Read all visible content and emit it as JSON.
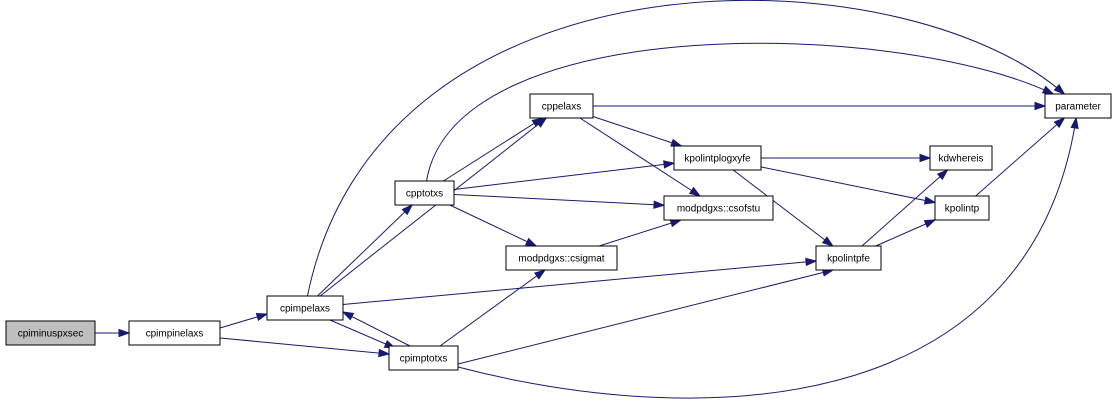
{
  "colors": {
    "edge": "#191970",
    "node_fill": "#ffffff",
    "root_fill": "#bfbfbf",
    "node_border": "#000000"
  },
  "nodes": [
    {
      "id": "cpiminuspxsec",
      "label": "cpiminuspxsec",
      "root": true
    },
    {
      "id": "cpimpinelaxs",
      "label": "cpimpinelaxs"
    },
    {
      "id": "cpimpelaxs",
      "label": "cpimpelaxs"
    },
    {
      "id": "cpimptotxs",
      "label": "cpimptotxs"
    },
    {
      "id": "cpptotxs",
      "label": "cpptotxs"
    },
    {
      "id": "cppelaxs",
      "label": "cppelaxs"
    },
    {
      "id": "modpdgxs_csigmat",
      "label": "modpdgxs::csigmat"
    },
    {
      "id": "modpdgxs_csofstu",
      "label": "modpdgxs::csofstu"
    },
    {
      "id": "kpolintplogxyfe",
      "label": "kpolintplogxyfe"
    },
    {
      "id": "kpolintpfe",
      "label": "kpolintpfe"
    },
    {
      "id": "kdwhereis",
      "label": "kdwhereis"
    },
    {
      "id": "kpolintp",
      "label": "kpolintp"
    },
    {
      "id": "parameter",
      "label": "parameter"
    }
  ],
  "edges": [
    {
      "from": "cpiminuspxsec",
      "to": "cpimpinelaxs"
    },
    {
      "from": "cpimpinelaxs",
      "to": "cpimpelaxs"
    },
    {
      "from": "cpimpinelaxs",
      "to": "cpimptotxs"
    },
    {
      "from": "cpimpelaxs",
      "to": "cpimptotxs"
    },
    {
      "from": "cpimpelaxs",
      "to": "cpptotxs"
    },
    {
      "from": "cpimpelaxs",
      "to": "cppelaxs"
    },
    {
      "from": "cpimpelaxs",
      "to": "parameter"
    },
    {
      "from": "cpimpelaxs",
      "to": "kpolintpfe"
    },
    {
      "from": "cpimptotxs",
      "to": "cpimpelaxs"
    },
    {
      "from": "cpimptotxs",
      "to": "modpdgxs_csigmat"
    },
    {
      "from": "cpimptotxs",
      "to": "kpolintpfe"
    },
    {
      "from": "cpimptotxs",
      "to": "parameter"
    },
    {
      "from": "cpptotxs",
      "to": "cppelaxs"
    },
    {
      "from": "cpptotxs",
      "to": "kpolintplogxyfe"
    },
    {
      "from": "cpptotxs",
      "to": "modpdgxs_csofstu"
    },
    {
      "from": "cpptotxs",
      "to": "modpdgxs_csigmat"
    },
    {
      "from": "cpptotxs",
      "to": "parameter"
    },
    {
      "from": "cppelaxs",
      "to": "parameter"
    },
    {
      "from": "cppelaxs",
      "to": "kpolintplogxyfe"
    },
    {
      "from": "cppelaxs",
      "to": "modpdgxs_csofstu"
    },
    {
      "from": "modpdgxs_csigmat",
      "to": "modpdgxs_csofstu"
    },
    {
      "from": "kpolintplogxyfe",
      "to": "kdwhereis"
    },
    {
      "from": "kpolintplogxyfe",
      "to": "kpolintp"
    },
    {
      "from": "kpolintplogxyfe",
      "to": "kpolintpfe"
    },
    {
      "from": "kpolintpfe",
      "to": "kdwhereis"
    },
    {
      "from": "kpolintpfe",
      "to": "kpolintp"
    },
    {
      "from": "kpolintp",
      "to": "parameter"
    }
  ]
}
